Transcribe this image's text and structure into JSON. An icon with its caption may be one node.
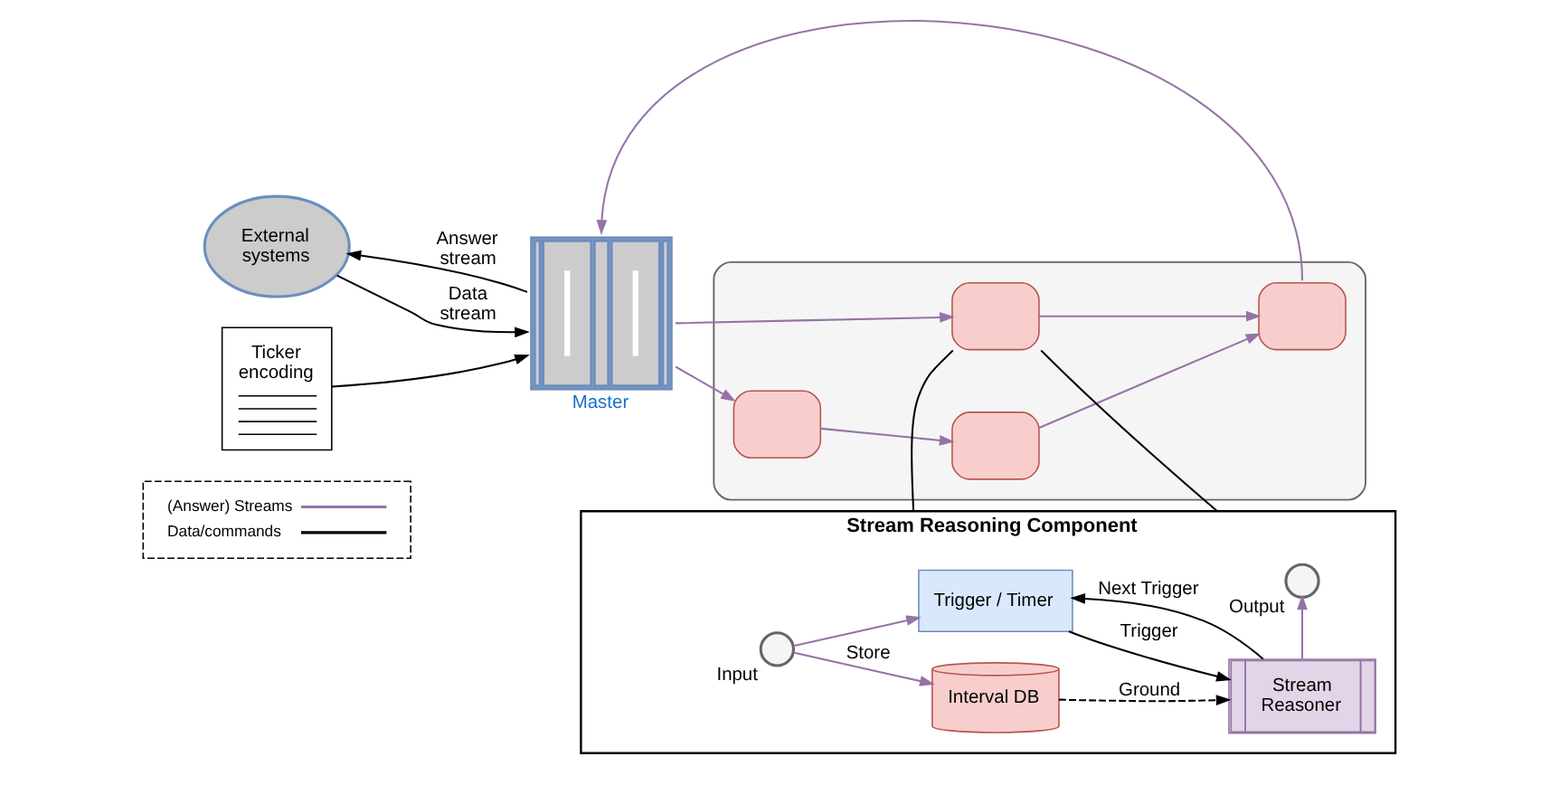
{
  "diagram": {
    "nodes": [
      {
        "text": [
          "External systems"
        ]
      },
      {
        "text": [
          "Ticker encoding"
        ]
      },
      {
        "text": [],
        "shape": "picture",
        "beside": [
          "Master"
        ]
      },
      {
        "text": [],
        "shape": "box"
      },
      {
        "text": [],
        "shape": "box",
        "in": 3
      },
      {
        "text": [],
        "shape": "box",
        "in": 3
      },
      {
        "text": [],
        "shape": "box",
        "in": 3
      },
      {
        "text": [],
        "shape": "box",
        "in": 3
      },
      {
        "text": [
          "Stream Reasoning Component"
        ]
      },
      {
        "text": [],
        "shape": "circle",
        "beside": [
          "Input"
        ],
        "in": 8
      },
      {
        "text": [
          "Interval DB"
        ],
        "in": 8
      },
      {
        "text": [],
        "shape": "circle",
        "beside": [
          "Output"
        ],
        "in": 8
      },
      {
        "text": [
          "Trigger / Timer"
        ],
        "in": 8
      },
      {
        "text": [
          "Stream Reasoner"
        ],
        "in": 8
      }
    ],
    "edges": [
      {
        "from": 0,
        "to": 2,
        "arrow": "to",
        "label": "Data stream",
        "color": "#000000"
      },
      {
        "from": 2,
        "to": 0,
        "arrow": "to",
        "label": "Answer stream",
        "color": "#000000"
      },
      {
        "from": 1,
        "to": 2,
        "arrow": "to",
        "color": "#000000"
      },
      {
        "from": 2,
        "to": 4,
        "arrow": "to"
      },
      {
        "from": 4,
        "to": 5,
        "arrow": "to"
      },
      {
        "from": 5,
        "to": 6,
        "arrow": "to"
      },
      {
        "from": 6,
        "to": 2,
        "arrow": "to"
      },
      {
        "from": 2,
        "to": 7,
        "arrow": "to"
      },
      {
        "from": 7,
        "to": 6,
        "arrow": "to"
      },
      {
        "from": 7,
        "to": 8,
        "arrow": "none",
        "color": "#000000"
      },
      {
        "from": 7,
        "to": 8,
        "arrow": "none",
        "color": "#000000"
      },
      {
        "from": 9,
        "to": 10,
        "arrow": "to",
        "label": "Store"
      },
      {
        "from": 9,
        "to": 12,
        "arrow": "to"
      },
      {
        "from": 10,
        "to": 13,
        "arrow": "to",
        "label": "Ground",
        "style": "dashed",
        "color": "#000000"
      },
      {
        "from": 12,
        "to": 13,
        "arrow": "to",
        "label": "Trigger",
        "color": "#000000"
      },
      {
        "from": 13,
        "to": 12,
        "arrow": "to",
        "label": "Next Trigger",
        "color": "#000000"
      },
      {
        "from": 13,
        "to": 11,
        "arrow": "to"
      }
    ],
    "legend": [
      {
        "text": "(Answer) Streams"
      },
      {
        "text": "Data/commands"
      }
    ]
  }
}
